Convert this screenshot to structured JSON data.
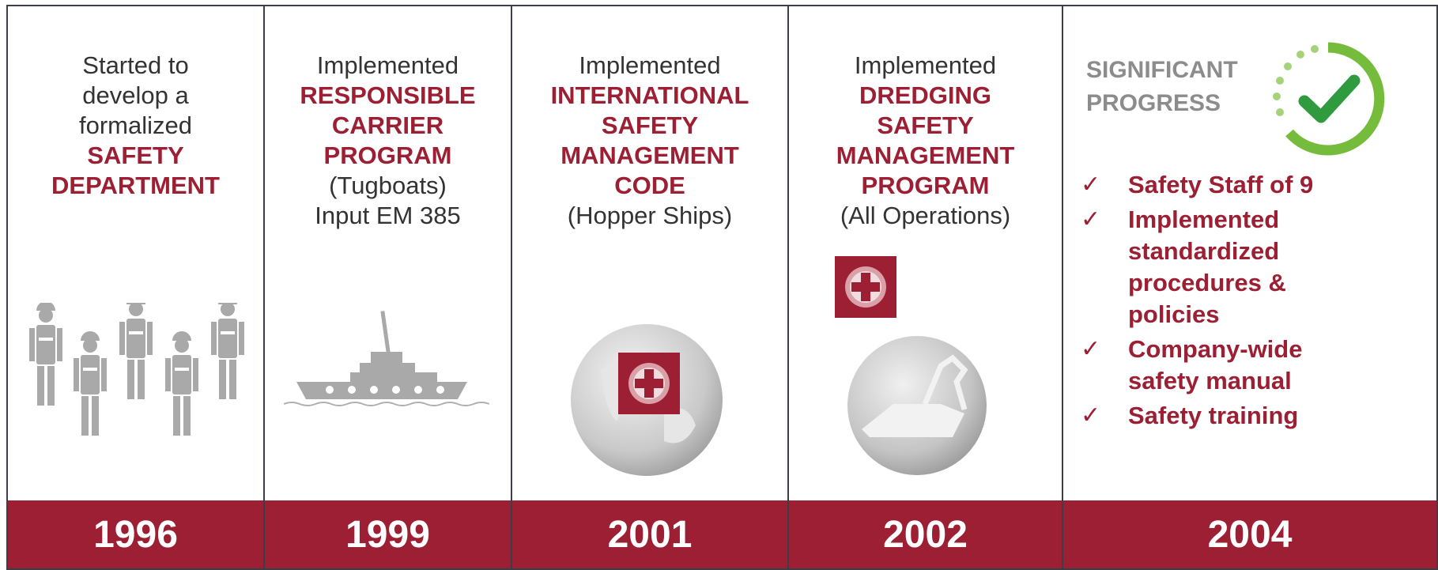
{
  "columns": [
    {
      "plain_top": [
        "Started to",
        "develop a",
        "formalized"
      ],
      "emphasis": [
        "SAFETY",
        "DEPARTMENT"
      ],
      "plain_bottom": [],
      "icon": "construction-workers-icon",
      "year": "1996"
    },
    {
      "plain_top": [
        "Implemented"
      ],
      "emphasis": [
        "RESPONSIBLE",
        "CARRIER",
        "PROGRAM"
      ],
      "plain_bottom": [
        "(Tugboats)",
        "Input EM 385"
      ],
      "icon": "tugboat-icon",
      "year": "1999"
    },
    {
      "plain_top": [
        "Implemented"
      ],
      "emphasis": [
        "INTERNATIONAL",
        "SAFETY",
        "MANAGEMENT",
        "CODE"
      ],
      "plain_bottom": [
        "(Hopper Ships)"
      ],
      "icon": "globe-red-cross-icon",
      "year": "2001"
    },
    {
      "plain_top": [
        "Implemented"
      ],
      "emphasis": [
        "DREDGING",
        "SAFETY",
        "MANAGEMENT",
        "PROGRAM"
      ],
      "plain_bottom": [
        "(All Operations)"
      ],
      "icon": "dredge-globe-red-cross-icon",
      "year": "2002"
    }
  ],
  "progress": {
    "heading": [
      "SIGNIFICANT",
      "PROGRESS"
    ],
    "icon": "green-checkmark-ring-icon",
    "items": [
      "Safety Staff of 9",
      "Implemented standardized procedures & policies",
      "Company-wide safety manual",
      "Safety training"
    ],
    "item_lines": [
      [
        "Safety Staff of 9"
      ],
      [
        "Implemented",
        "standardized",
        "procedures &",
        "policies"
      ],
      [
        "Company-wide",
        "safety manual"
      ],
      [
        "Safety training"
      ]
    ],
    "tick": "✓",
    "year": "2004"
  },
  "colors": {
    "accent": "#9c1f33",
    "text": "#333333",
    "gray": "#8c8c8c",
    "green": "#76bc3c"
  }
}
